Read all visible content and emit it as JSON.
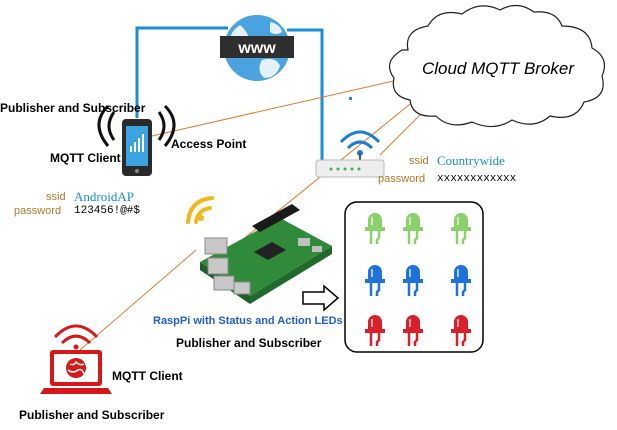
{
  "labels": {
    "cloud": "Cloud MQTT Broker",
    "www": "www",
    "phone_role": "Publisher and Subscriber",
    "phone_client": "MQTT Client",
    "access_point": "Access Point",
    "phone_ssid_key": "ssid",
    "phone_ssid_value": "AndroidAP",
    "phone_password_key": "password",
    "phone_password_value": "123456!@#$",
    "router_ssid_key": "ssid",
    "router_ssid_value": "Countrywide",
    "router_password_key": "password",
    "router_password_value": "xxxxxxxxxxxx",
    "raspi_title": "RaspPi with Status and Action LEDs",
    "raspi_role": "Publisher and Subscriber",
    "laptop_client": "MQTT Client",
    "laptop_role": "Publisher and Subscriber"
  },
  "colors": {
    "wired_link": "#1a8fd6",
    "wireless_link": "#e07a2c",
    "led_green": "#8bd06a",
    "led_blue": "#1e73d8",
    "led_red": "#d8202a",
    "laptop": "#d81818",
    "wifi_yellow": "#f0b81a",
    "wifi_black": "#111111",
    "wifi_blue": "#1a7fd0"
  },
  "icons": [
    "globe-icon",
    "cloud-icon",
    "router-icon",
    "phone-icon",
    "laptop-icon",
    "raspberry-pi-board-icon",
    "led-icon",
    "arrow-right-icon",
    "wifi-icon"
  ],
  "leds": [
    {
      "color": "green"
    },
    {
      "color": "green"
    },
    {
      "color": "green"
    },
    {
      "color": "blue"
    },
    {
      "color": "blue"
    },
    {
      "color": "blue"
    },
    {
      "color": "red"
    },
    {
      "color": "red"
    },
    {
      "color": "red"
    }
  ]
}
